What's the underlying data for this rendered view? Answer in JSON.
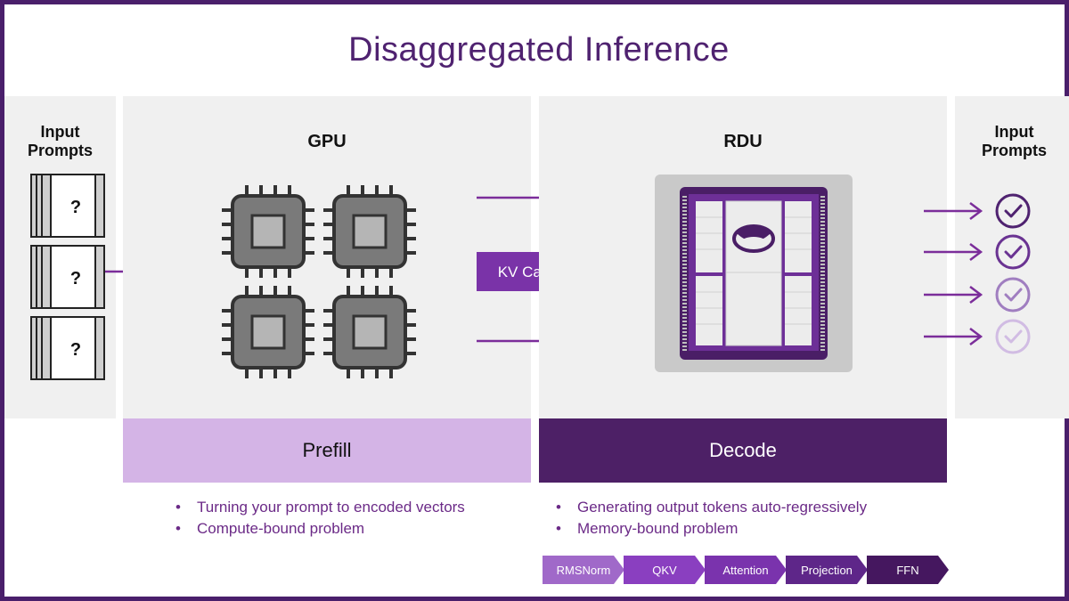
{
  "title": "Disaggregated Inference",
  "input_panel": {
    "title": "Input\nPrompts",
    "prompts": [
      "?",
      "?",
      "?"
    ]
  },
  "gpu_panel": {
    "title": "GPU",
    "chip_icon": "gpu-chip-icon"
  },
  "kv_cache": {
    "label": "KV Cache"
  },
  "rdu_panel": {
    "title": "RDU",
    "chip_icon": "rdu-chip-icon"
  },
  "output_panel": {
    "title": "Input\nPrompts",
    "check_icon": "check-circle-icon"
  },
  "prefill": {
    "label": "Prefill",
    "bullets": [
      "Turning your prompt to encoded vectors",
      "Compute-bound problem"
    ]
  },
  "decode": {
    "label": "Decode",
    "bullets": [
      "Generating output tokens auto-regressively",
      "Memory-bound problem"
    ]
  },
  "pipeline": [
    "RMSNorm",
    "QKV",
    "Attention",
    "Projection",
    "FFN"
  ],
  "colors": {
    "title": "#4f2270",
    "prefill_bar": "#d4b4e6",
    "decode_bar": "#4d2066",
    "arrow": "#7b2d9a",
    "kv_cache": "#7a33a8",
    "pipeline": [
      "#a069c9",
      "#8a3fc0",
      "#7a33ad",
      "#5e2689",
      "#45175f"
    ],
    "checks": [
      "#4f2270",
      "#6a3392",
      "#a07ec0",
      "#d1bce3"
    ]
  }
}
